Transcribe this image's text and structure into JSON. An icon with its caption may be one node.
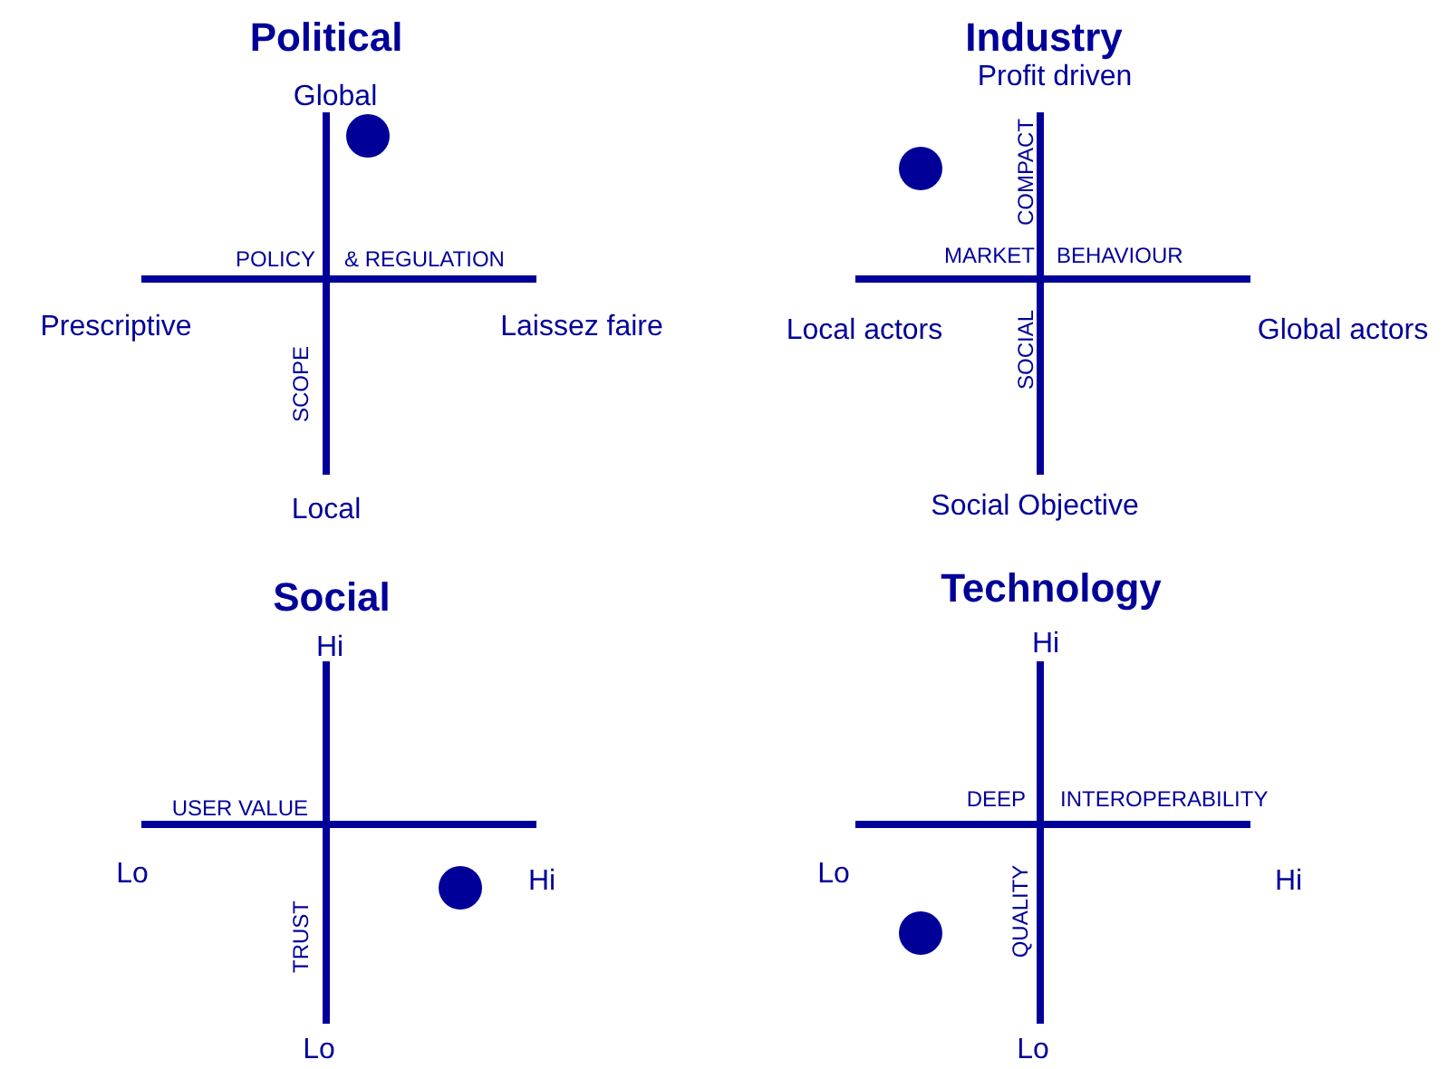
{
  "diagram": {
    "labels": [
      "Political",
      "Global",
      "POLICY",
      "& REGULATION",
      "Prescriptive",
      "Laissez faire",
      "SCOPE",
      "Local",
      "Industry",
      "Profit driven",
      "COMPACT",
      "MARKET",
      "BEHAVIOUR",
      "Local actors",
      "Global actors",
      "SOCIAL",
      "Social Objective",
      "Social",
      "Hi",
      "USER VALUE",
      "Lo",
      "Hi",
      "TRUST",
      "Lo",
      "Technology",
      "Hi",
      "DEEP",
      "INTEROPERABILITY",
      "Lo",
      "Hi",
      "QUALITY",
      "Lo"
    ]
  }
}
